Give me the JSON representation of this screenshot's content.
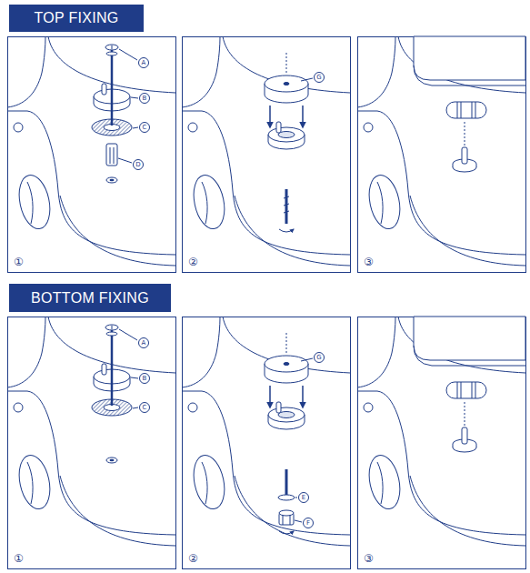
{
  "diagram": {
    "nodes": [
      {
        "text": [
          "TOP FIXING"
        ]
      },
      {
        "text": [
          "A"
        ]
      },
      {
        "text": [
          "B"
        ]
      },
      {
        "text": [
          "C"
        ]
      },
      {
        "text": [
          "D"
        ]
      },
      {
        "text": [
          "G"
        ]
      },
      {
        "text": [
          "BOTTOM FIXING"
        ]
      },
      {
        "text": [
          "A"
        ]
      },
      {
        "text": [
          "B"
        ]
      },
      {
        "text": [
          "C"
        ]
      },
      {
        "text": [
          "G"
        ]
      },
      {
        "text": [
          "E"
        ]
      },
      {
        "text": [
          "F"
        ]
      }
    ],
    "labels": [
      "①",
      "②",
      "③",
      "①",
      "②",
      "③"
    ]
  }
}
